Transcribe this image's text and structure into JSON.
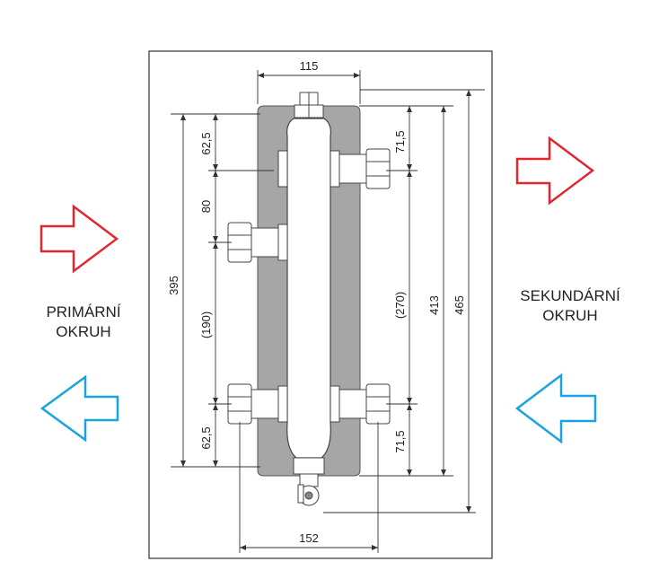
{
  "labels": {
    "primary_line1": "PRIMÁRNÍ",
    "primary_line2": "OKRUH",
    "secondary_line1": "SEKUNDÁRNÍ",
    "secondary_line2": "OKRUH"
  },
  "dimensions": {
    "top_width": "115",
    "bottom_width": "152",
    "left_top": "62,5",
    "left_80": "80",
    "left_190": "(190)",
    "left_bottom": "62,5",
    "left_total": "395",
    "right_top": "71,5",
    "right_270": "(270)",
    "right_bottom": "71,5",
    "right_413": "413",
    "right_465": "465"
  },
  "colors": {
    "red_arrow": "#e3262e",
    "blue_arrow": "#1aa3dd",
    "body_fill": "#a6a6a6",
    "frame": "#333333"
  },
  "icons": {
    "top_right": "arrow-right-icon",
    "left_top": "arrow-right-icon",
    "left_bottom": "arrow-left-icon",
    "right_bottom": "arrow-left-icon"
  }
}
